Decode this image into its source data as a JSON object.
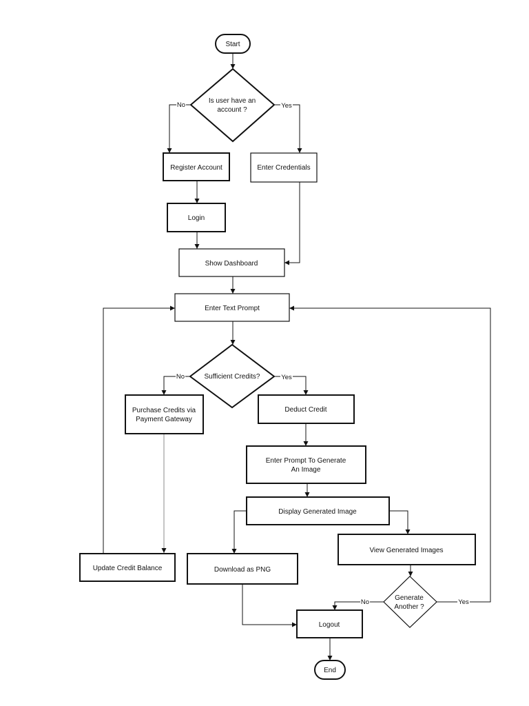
{
  "nodes": {
    "start": "Start",
    "has_account_1": "Is user have an",
    "has_account_2": "account ?",
    "register": "Register Account",
    "credentials": "Enter Credentials",
    "login": "Login",
    "dashboard": "Show Dashboard",
    "text_prompt": "Enter Text Prompt",
    "sufficient": "Sufficient Credits?",
    "purchase_1": "Purchase Credits via",
    "purchase_2": "Payment Gateway",
    "deduct": "Deduct Credit",
    "gen_prompt_1": "Enter Prompt To Generate",
    "gen_prompt_2": "An Image",
    "display": "Display Generated Image",
    "view": "View Generated Images",
    "update": "Update Credit Balance",
    "download": "Download as PNG",
    "another_1": "Generate",
    "another_2": "Another ?",
    "logout": "Logout",
    "end": "End"
  },
  "edges": {
    "no": "No",
    "yes": "Yes"
  }
}
